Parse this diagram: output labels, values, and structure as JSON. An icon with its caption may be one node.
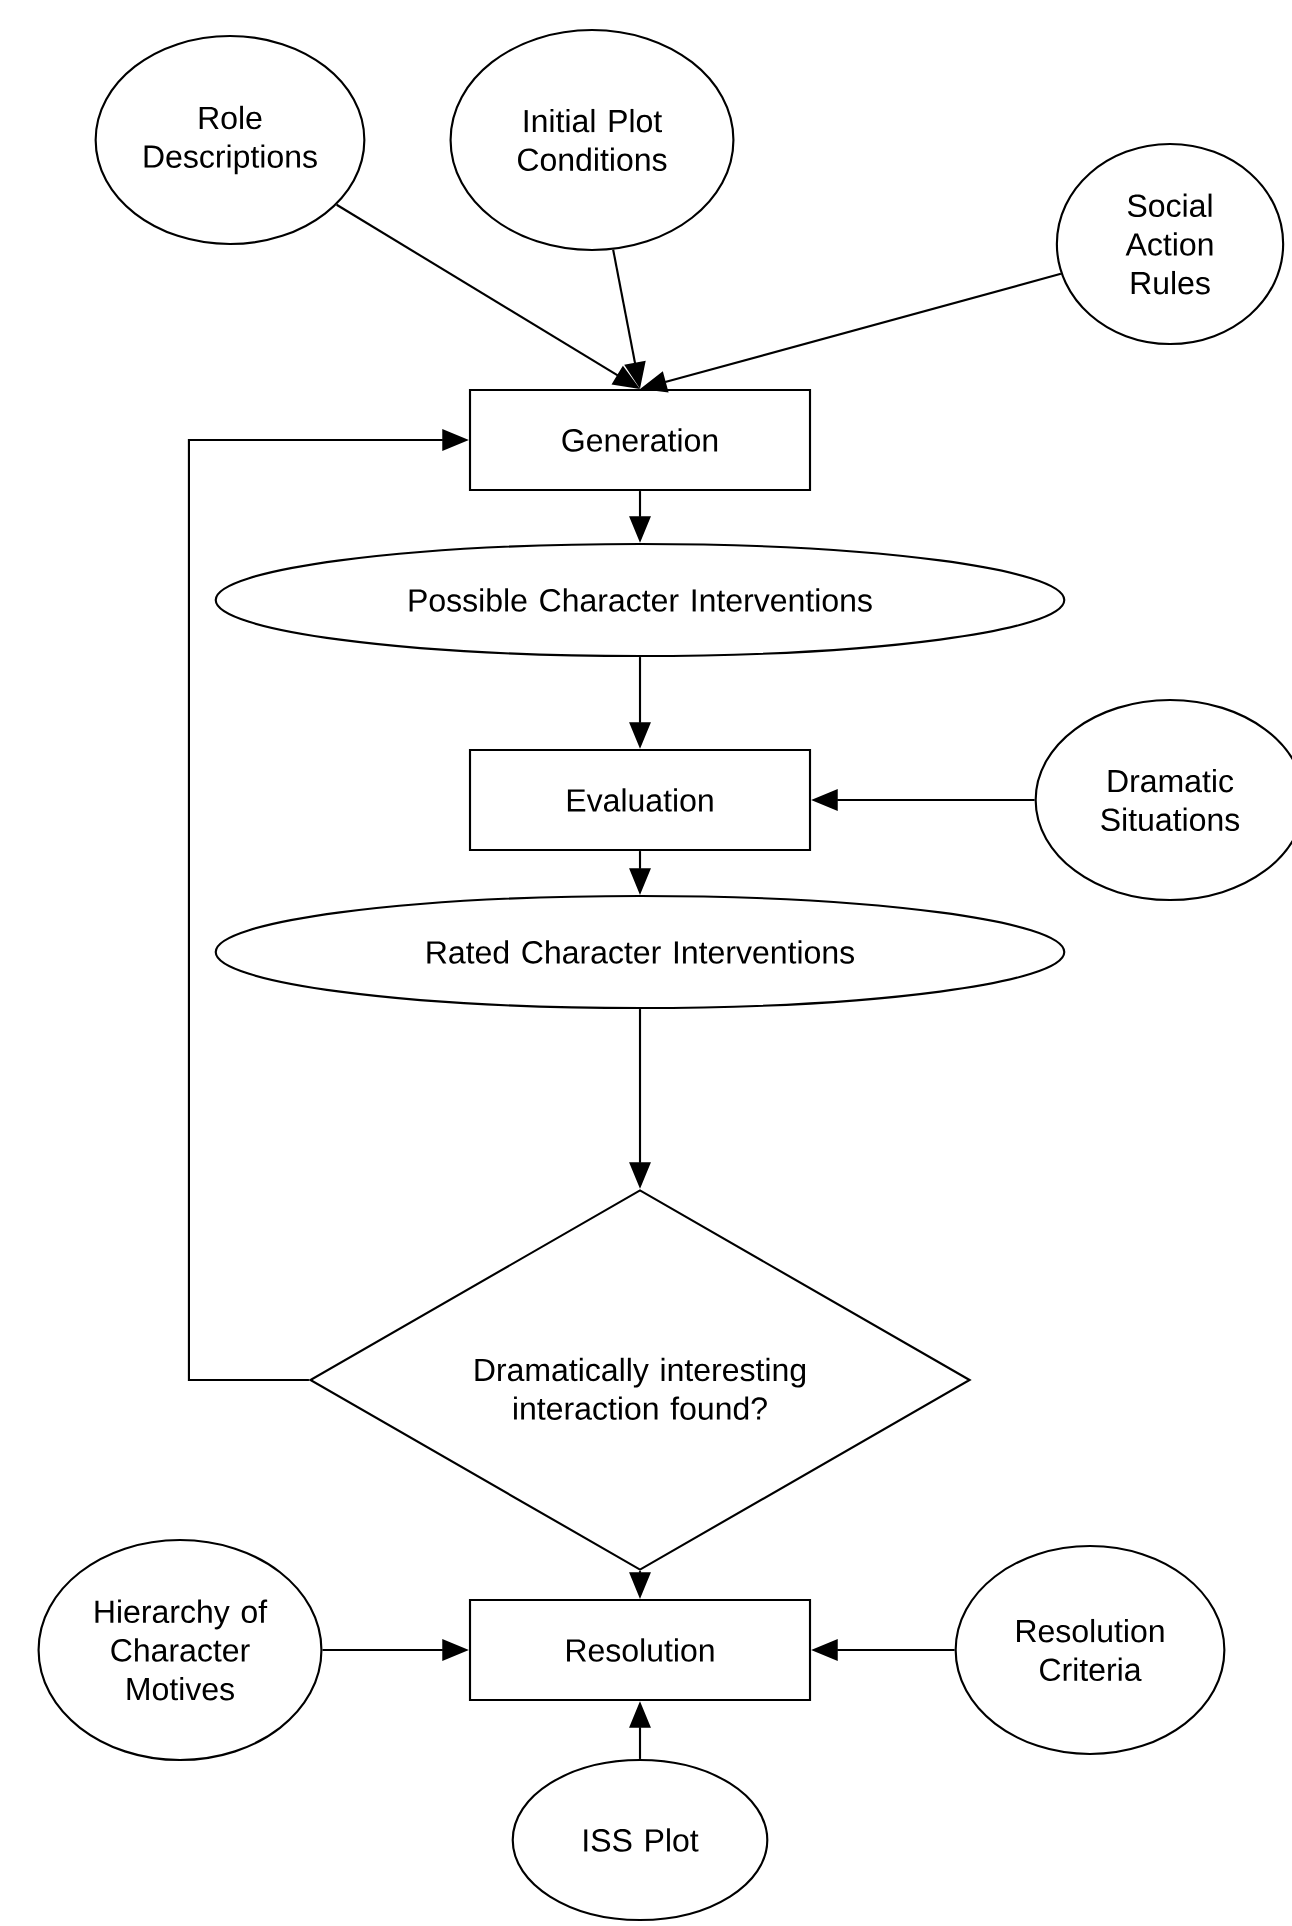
{
  "diagram": {
    "nodes": [
      {
        "text": [
          "Role Descriptions"
        ]
      },
      {
        "text": [
          "Initial Plot Conditions"
        ]
      },
      {
        "text": [
          "Social Action Rules"
        ]
      },
      {
        "text": [
          "Generation"
        ]
      },
      {
        "text": [
          "Possible Character Interventions"
        ]
      },
      {
        "text": [
          "Evaluation"
        ]
      },
      {
        "text": [
          "Dramatic Situations"
        ]
      },
      {
        "text": [
          "Rated Character Interventions"
        ]
      },
      {
        "text": [
          "Dramatically interesting interaction found?"
        ]
      },
      {
        "text": [
          "Resolution"
        ]
      },
      {
        "text": [
          "Hierarchy of Character Motives"
        ]
      },
      {
        "text": [
          "Resolution Criteria"
        ]
      },
      {
        "text": [
          "ISS Plot"
        ]
      }
    ],
    "edges": [
      {
        "from": 0,
        "to": 3,
        "arrow": "to"
      },
      {
        "from": 1,
        "to": 3,
        "arrow": "to"
      },
      {
        "from": 2,
        "to": 3,
        "arrow": "to"
      },
      {
        "from": 3,
        "to": 4,
        "arrow": "to"
      },
      {
        "from": 4,
        "to": 5,
        "arrow": "to"
      },
      {
        "from": 6,
        "to": 5,
        "arrow": "to"
      },
      {
        "from": 5,
        "to": 7,
        "arrow": "to"
      },
      {
        "from": 7,
        "to": 8,
        "arrow": "to"
      },
      {
        "from": 8,
        "to": 3,
        "arrow": "to"
      },
      {
        "from": 8,
        "to": 9,
        "arrow": "to"
      },
      {
        "from": 10,
        "to": 9,
        "arrow": "to"
      },
      {
        "from": 11,
        "to": 9,
        "arrow": "to"
      },
      {
        "from": 12,
        "to": 9,
        "arrow": "to"
      }
    ]
  }
}
